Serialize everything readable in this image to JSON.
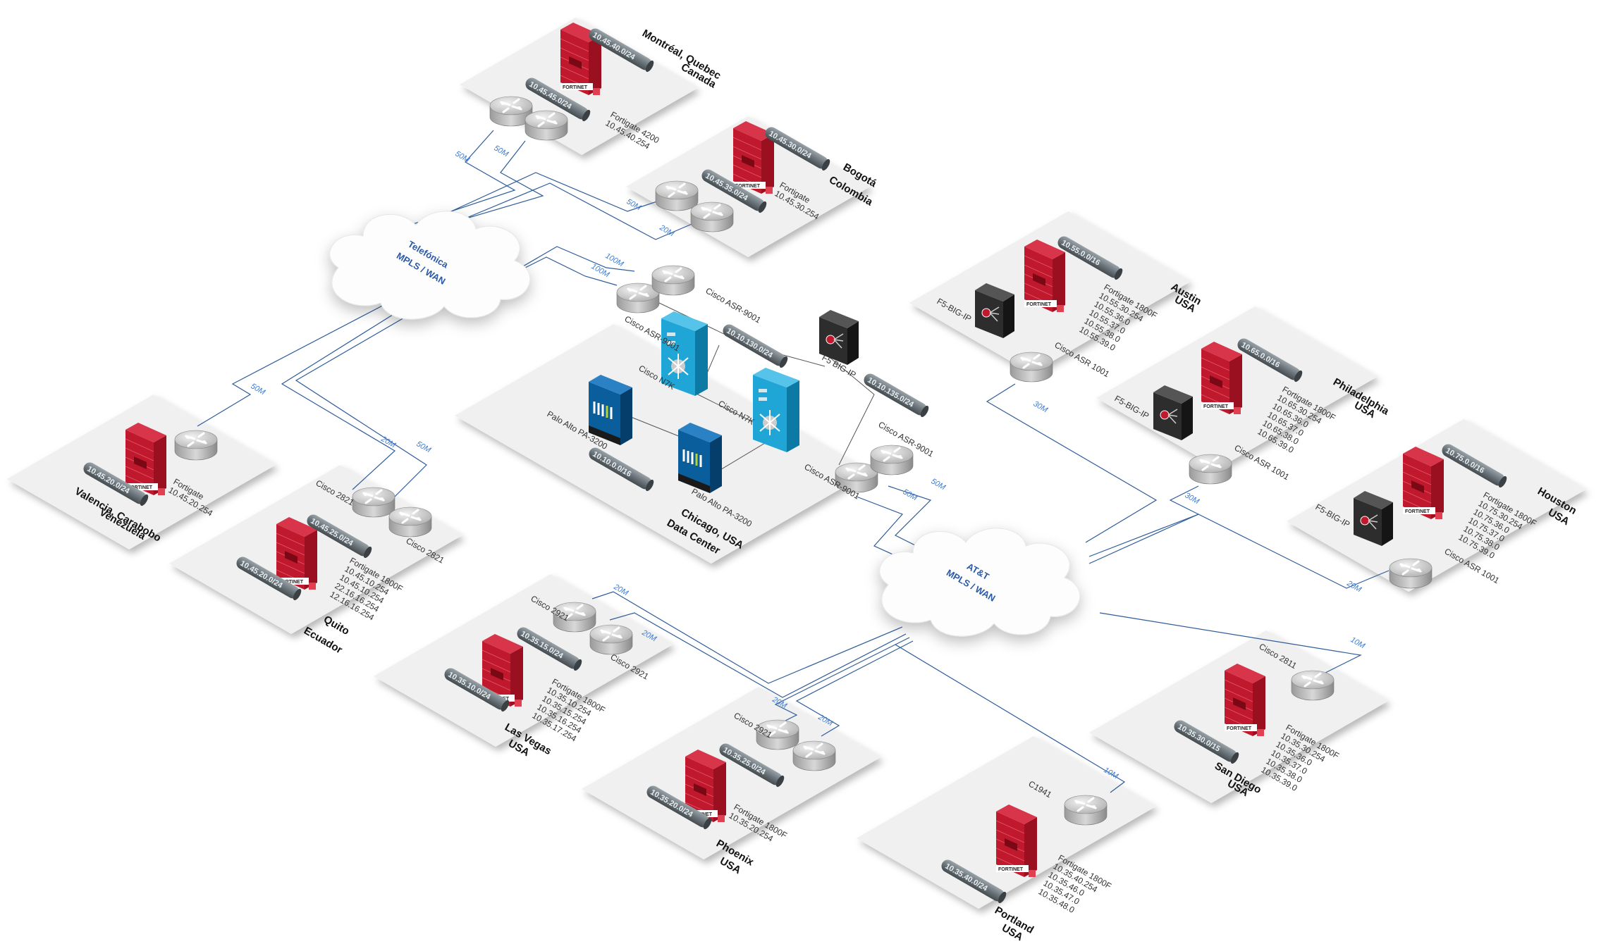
{
  "title": "WAN Network Topology",
  "clouds": [
    {
      "id": "telefonica",
      "line1": "Telefónica",
      "line2": "MPLS / WAN"
    },
    {
      "id": "att",
      "line1": "AT&T",
      "line2": "MPLS / WAN"
    }
  ],
  "sites": [
    {
      "id": "montreal",
      "name": "Montréal, Quebec",
      "country": "Canada",
      "wan": "telefonica",
      "firewall": {
        "vendor": "FORTINET",
        "lines": [
          "Fortigate 4200",
          "10.45.40.254"
        ]
      },
      "networks": [
        "10.45.40.0/24",
        "10.45.45.0/24"
      ],
      "routers": [
        {
          "label": ""
        },
        {
          "label": ""
        }
      ],
      "links": [
        "50M",
        "50M"
      ]
    },
    {
      "id": "bogota",
      "name": "Bogotá",
      "country": "Colombia",
      "wan": "telefonica",
      "firewall": {
        "vendor": "FORTINET",
        "lines": [
          "Fortigate",
          "10.45.30.254"
        ]
      },
      "networks": [
        "10.45.30.0/24",
        "10.45.35.0/24"
      ],
      "routers": [
        {
          "label": ""
        },
        {
          "label": ""
        }
      ],
      "links": [
        "50M",
        "20M"
      ]
    },
    {
      "id": "chicago",
      "name": "Chicago, USA",
      "country": "Data Center",
      "wan": "both",
      "routers": [
        {
          "label": "Cisco ASR-9001"
        },
        {
          "label": "Cisco ASR-9001"
        },
        {
          "label": "Cisco ASR-9001"
        },
        {
          "label": "Cisco ASR-9001"
        }
      ],
      "switches": [
        {
          "label": "Cisco N7K"
        },
        {
          "label": "Cisco N7K"
        }
      ],
      "paloalto": [
        {
          "label": "Palo Alto PA-3200"
        },
        {
          "label": "Palo Alto PA-3200"
        }
      ],
      "loadbalancer": {
        "label": "F5 BIG-IP"
      },
      "networks": [
        "10.10.130.0/24",
        "10.10.135.0/24",
        "10.10.0.0/16"
      ],
      "links": [
        "100M",
        "100M",
        "50M",
        "50M"
      ]
    },
    {
      "id": "austin",
      "name": "Austin",
      "country": "USA",
      "wan": "att",
      "firewall": {
        "vendor": "FORTINET",
        "lines": [
          "Fortigate 1800F",
          "10.55.30.254",
          "10.55.36.0",
          "10.55.37.0",
          "10.55.38.0",
          "10.55.39.0"
        ]
      },
      "loadbalancer": {
        "label": "F5-BIG-IP"
      },
      "networks": [
        "10.55.0.0/16"
      ],
      "routers": [
        {
          "label": "Cisco ASR 1001"
        }
      ],
      "links": [
        "30M"
      ]
    },
    {
      "id": "philadelphia",
      "name": "Philadelphia",
      "country": "USA",
      "wan": "att",
      "firewall": {
        "vendor": "FORTINET",
        "lines": [
          "Fortigate 1800F",
          "10.65.30.254",
          "10.65.36.0",
          "10.65.37.0",
          "10.65.38.0",
          "10.65.39.0"
        ]
      },
      "loadbalancer": {
        "label": "F5-BIG-IP"
      },
      "networks": [
        "10.65.0.0/16"
      ],
      "routers": [
        {
          "label": "Cisco ASR 1001"
        }
      ],
      "links": [
        "30M"
      ]
    },
    {
      "id": "houston",
      "name": "Houston",
      "country": "USA",
      "wan": "att",
      "firewall": {
        "vendor": "FORTINET",
        "lines": [
          "Fortigate 1800F",
          "10.75.30.254",
          "10.75.36.0",
          "10.75.37.0",
          "10.75.38.0",
          "10.75.39.0"
        ]
      },
      "loadbalancer": {
        "label": "F5-BIG-IP"
      },
      "networks": [
        "10.75.0.0/16"
      ],
      "routers": [
        {
          "label": "Cisco ASR 1001"
        }
      ],
      "links": [
        "20M"
      ]
    },
    {
      "id": "valencia",
      "name": "Valencia, Carabobo",
      "country": "Venezuela",
      "wan": "telefonica",
      "firewall": {
        "vendor": "FORTINET",
        "lines": [
          "Fortigate",
          "10.45.20.254"
        ]
      },
      "networks": [
        "10.45.20.0/24"
      ],
      "routers": [
        {
          "label": ""
        }
      ],
      "links": [
        "50M"
      ]
    },
    {
      "id": "quito",
      "name": "Quito",
      "country": "Ecuador",
      "wan": "telefonica",
      "firewall": {
        "vendor": "FORTINET",
        "lines": [
          "Fortigate 1800F",
          "10.45.10.254",
          "10.45.10.254",
          "22.16.16.254",
          "12.16.16.254"
        ]
      },
      "networks": [
        "10.45.25.0/24",
        "10.45.20.0/24"
      ],
      "routers": [
        {
          "label": "Cisco 2821"
        },
        {
          "label": "Cisco 2821"
        }
      ],
      "links": [
        "20M",
        "50M"
      ]
    },
    {
      "id": "lasvegas",
      "name": "Las Vegas",
      "country": "USA",
      "wan": "att",
      "firewall": {
        "vendor": "FORTINET",
        "lines": [
          "Fortigate 1800F",
          "10.35.10.254",
          "10.35.15.254",
          "10.35.16.254",
          "10.35.17.254"
        ]
      },
      "networks": [
        "10.35.15.0/24",
        "10.35.10.0/24"
      ],
      "routers": [
        {
          "label": "Cisco 2921"
        },
        {
          "label": "Cisco 2921"
        }
      ],
      "links": [
        "20M",
        "20M"
      ]
    },
    {
      "id": "phoenix",
      "name": "Phoenix",
      "country": "USA",
      "wan": "att",
      "firewall": {
        "vendor": "FORTINET",
        "lines": [
          "Fortigate 1800F",
          "10.35.20.254"
        ]
      },
      "networks": [
        "10.35.25.0/24",
        "10.35.20.0/24"
      ],
      "routers": [
        {
          "label": "Cisco 2921"
        },
        {
          "label": ""
        }
      ],
      "links": [
        "20M",
        "20M"
      ]
    },
    {
      "id": "portland",
      "name": "Portland",
      "country": "USA",
      "wan": "att",
      "firewall": {
        "vendor": "FORTINET",
        "lines": [
          "Fortigate 1800F",
          "10.35.40.254",
          "10.35.46.0",
          "10.35.47.0",
          "10.35.48.0"
        ]
      },
      "networks": [
        "10.35.40.0/24"
      ],
      "routers": [
        {
          "label": "C1941"
        }
      ],
      "links": [
        "10M"
      ]
    },
    {
      "id": "sandiego",
      "name": "San Diego",
      "country": "USA",
      "wan": "att",
      "firewall": {
        "vendor": "FORTINET",
        "lines": [
          "Fortigate 1800F",
          "10.35.30.254",
          "10.35.36.0",
          "10.35.37.0",
          "10.35.38.0",
          "10.35.39.0"
        ]
      },
      "networks": [
        "10.35.30.0/15"
      ],
      "routers": [
        {
          "label": "Cisco 2811"
        }
      ],
      "links": [
        "10M"
      ]
    }
  ],
  "colors": {
    "platform": "#f0f0f0",
    "fortinet": "#c0182c",
    "paloalto": "#0a5e9c",
    "nexus": "#1fa6d6",
    "f5": "#2d2d2d",
    "wan_link": "#2e5c9a",
    "bandwidth": "#3a7bd5",
    "cloud_text": "#2b5aa6"
  }
}
